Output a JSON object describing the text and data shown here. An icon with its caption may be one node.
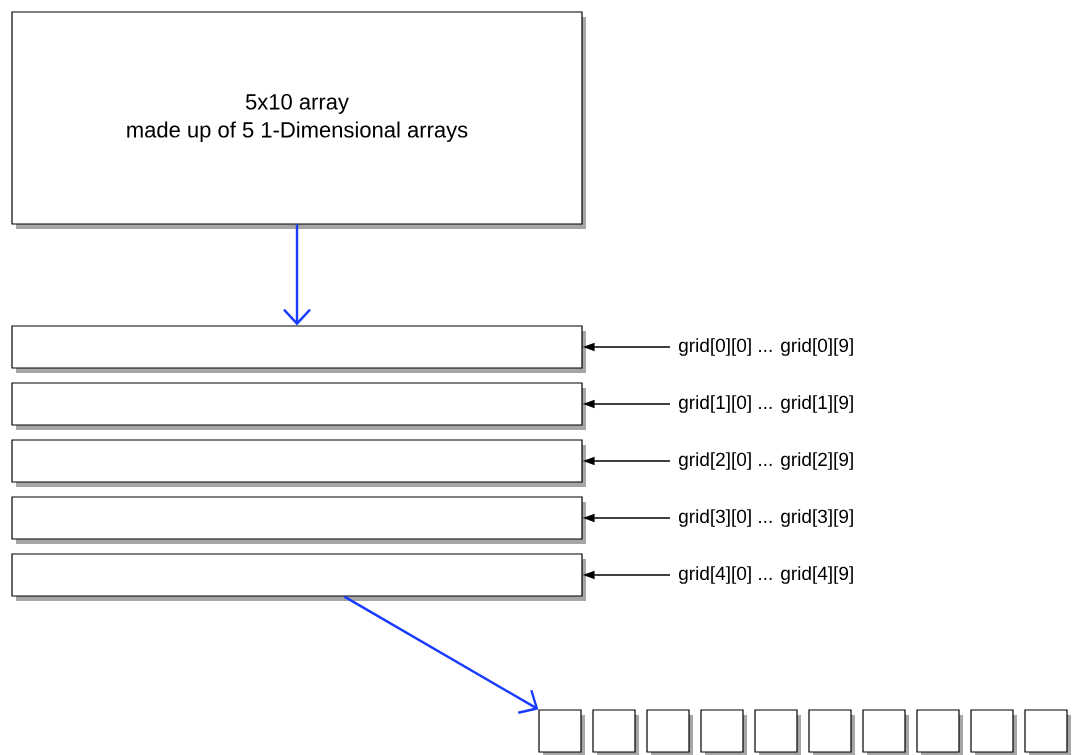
{
  "diagram": {
    "nodes": [
      {
        "text": [
          "5x10 array",
          "made up of 5 1-Dimensional arrays"
        ]
      },
      {
        "text": [],
        "shape": "box"
      },
      {
        "text": [],
        "shape": "box"
      },
      {
        "text": [],
        "shape": "box"
      },
      {
        "text": [],
        "shape": "box"
      },
      {
        "text": [],
        "shape": "box"
      },
      {
        "text": [
          "grid[0][0] ... grid[0][9]"
        ]
      },
      {
        "text": [
          "grid[1][0] ... grid[1][9]"
        ]
      },
      {
        "text": [
          "grid[2][0] ... grid[2][9]"
        ]
      },
      {
        "text": [
          "grid[3][0] ... grid[3][9]"
        ]
      },
      {
        "text": [
          "grid[4][0] ... grid[4][9]"
        ]
      },
      {
        "text": [],
        "shape": "box"
      },
      {
        "text": [],
        "shape": "box"
      },
      {
        "text": [],
        "shape": "box"
      },
      {
        "text": [],
        "shape": "box"
      },
      {
        "text": [],
        "shape": "box"
      },
      {
        "text": [],
        "shape": "box"
      },
      {
        "text": [],
        "shape": "box"
      },
      {
        "text": [],
        "shape": "box"
      },
      {
        "text": [],
        "shape": "box"
      },
      {
        "text": [],
        "shape": "box"
      }
    ],
    "edges": [
      {
        "from": 0,
        "to": 1,
        "arrow": "to",
        "color": "#1a3cff"
      },
      {
        "from": 6,
        "to": 1,
        "arrow": "to"
      },
      {
        "from": 7,
        "to": 2,
        "arrow": "to"
      },
      {
        "from": 8,
        "to": 3,
        "arrow": "to"
      },
      {
        "from": 9,
        "to": 4,
        "arrow": "to"
      },
      {
        "from": 10,
        "to": 5,
        "arrow": "to"
      },
      {
        "from": 5,
        "to": 11,
        "arrow": "to",
        "color": "#1a3cff"
      }
    ]
  }
}
